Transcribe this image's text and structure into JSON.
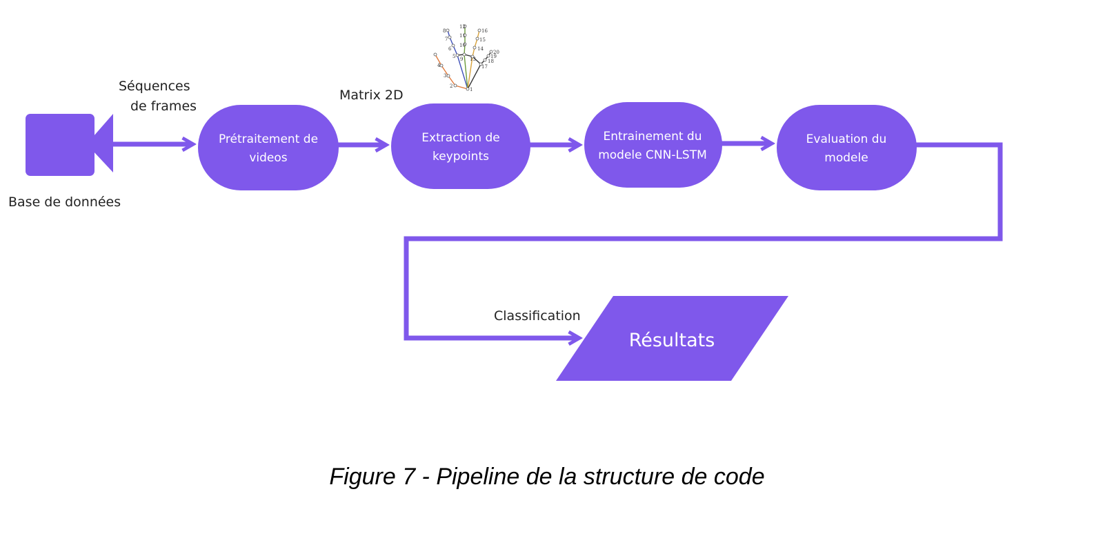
{
  "colors": {
    "accent": "#7f58eb",
    "text": "#222222",
    "background": "#ffffff"
  },
  "source": {
    "icon": "video-camera-icon",
    "label": "Base de données"
  },
  "edge_labels": {
    "frames_line1": "Séquences",
    "frames_line2": "de frames",
    "matrix": "Matrix 2D",
    "classification": "Classification"
  },
  "nodes": {
    "preprocess": [
      "Prétraitement de",
      "videos"
    ],
    "extraction": [
      "Extraction de",
      "keypoints"
    ],
    "training": [
      "Entrainement du",
      "modele CNN-LSTM"
    ],
    "evaluation": [
      "Evaluation du",
      "modele"
    ]
  },
  "result": {
    "label": "Résultats"
  },
  "hand_keypoints": {
    "icon": "hand-keypoints-icon",
    "numbers": [
      "1",
      "2",
      "3",
      "4",
      "5",
      "6",
      "7",
      "8",
      "9",
      "10",
      "11",
      "12",
      "13",
      "14",
      "15",
      "16",
      "17",
      "18",
      "19",
      "20"
    ]
  },
  "caption": "Figure 7 - Pipeline de la structure de code"
}
